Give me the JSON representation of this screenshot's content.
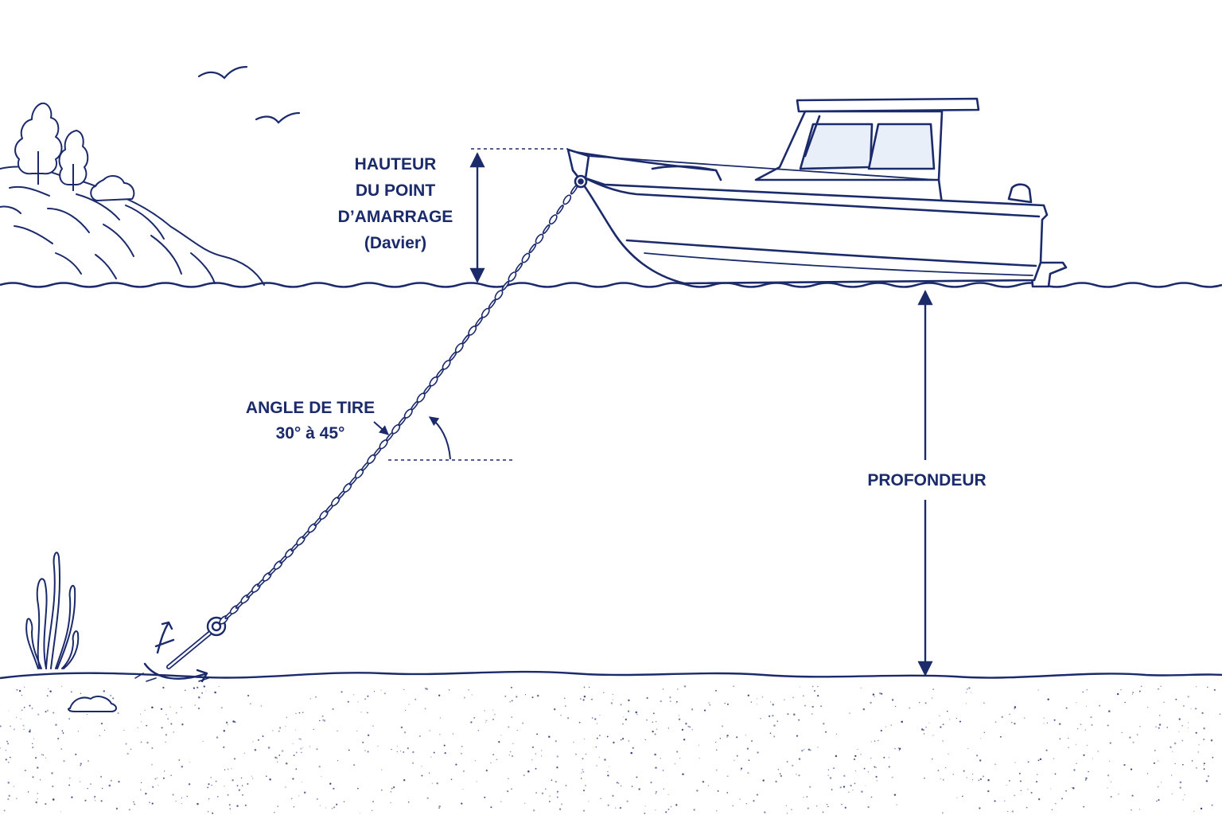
{
  "labels": {
    "hauteur": [
      "HAUTEUR",
      "DU POINT",
      "D’AMARRAGE",
      "(Davier)"
    ],
    "angle": [
      "ANGLE DE TIRE",
      "30° à 45°"
    ],
    "profondeur": "PROFONDEUR"
  },
  "colors": {
    "ink": "#1b2a6b",
    "window": "#e8eff8",
    "background": "#ffffff"
  }
}
